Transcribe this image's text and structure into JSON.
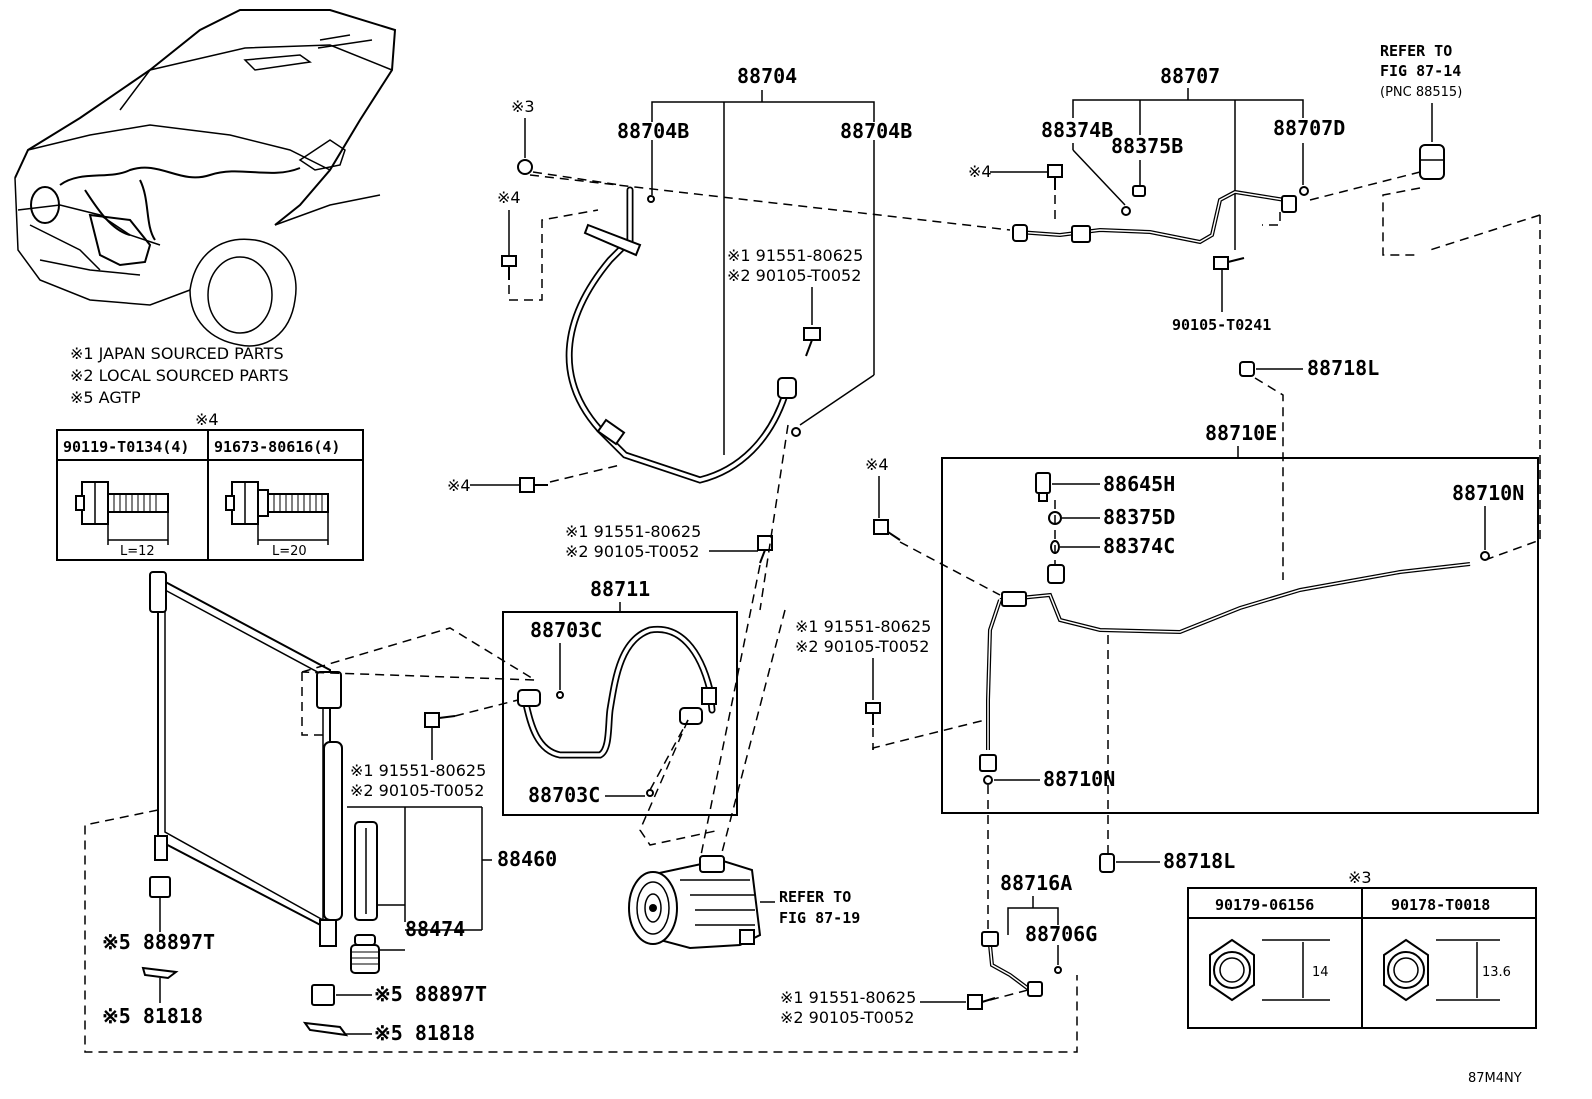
{
  "legend": {
    "note1": "※1 JAPAN SOURCED PARTS",
    "note2": "※2 LOCAL SOURCED PARTS",
    "note5": "※5 AGTP"
  },
  "bolt_table": {
    "marker": "※4",
    "col1": "90119-T0134(4)",
    "col2": "91673-80616(4)",
    "len1": "L=12",
    "len2": "L=20"
  },
  "nut_table": {
    "marker": "※3",
    "col1": "90179-06156",
    "col2": "90178-T0018",
    "dim1": "14",
    "dim2": "13.6"
  },
  "markers": {
    "m3": "※3",
    "m4": "※4",
    "m4b": "※4",
    "m4c": "※4",
    "m4d": "※4"
  },
  "parts": {
    "p88704": "88704",
    "p88704B_left": "88704B",
    "p88704B_right": "88704B",
    "p88707": "88707",
    "p88374B": "88374B",
    "p88375B": "88375B",
    "p88707D": "88707D",
    "refer_1": "REFER TO",
    "refer_1b": "FIG 87-14",
    "refer_1c": "(PNC 88515)",
    "p90105_T0241": "90105-T0241",
    "p88718L_top": "88718L",
    "p88710E": "88710E",
    "p88645H": "88645H",
    "p88375D": "88375D",
    "p88374C": "88374C",
    "p88710N_top": "88710N",
    "p88710N_bottom": "88710N",
    "p88711": "88711",
    "p88703C_top": "88703C",
    "p88703C_bottom": "88703C",
    "p88460": "88460",
    "p88474": "88474",
    "p88897T_left": "※5 88897T",
    "p81818_left": "※5 81818",
    "p88897T_bottom": "※5 88897T",
    "p81818_bottom": "※5 81818",
    "refer_2": "REFER TO",
    "refer_2b": "FIG 87-19",
    "p88718L_bottom": "88718L",
    "p88716A": "88716A",
    "p88706G": "88706G",
    "code": "87M4NY"
  },
  "bolt_callouts": {
    "a1": "※1 91551-80625",
    "a2": "※2 90105-T0052",
    "b1": "※1 91551-80625",
    "b2": "※2 90105-T0052",
    "c1": "※1 91551-80625",
    "c2": "※2 90105-T0052",
    "d1": "※1 91551-80625",
    "d2": "※2 90105-T0052",
    "e1": "※1 91551-80625",
    "e2": "※2 90105-T0052"
  }
}
